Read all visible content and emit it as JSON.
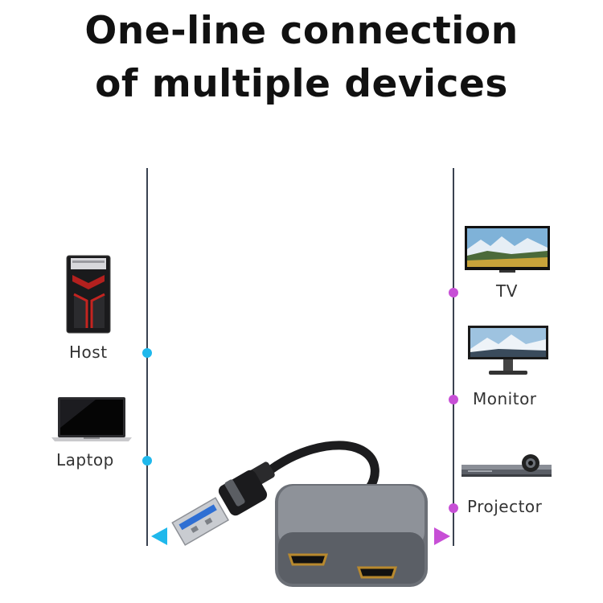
{
  "headline": {
    "line1": "One-line connection",
    "line2": "of multiple devices"
  },
  "sources": [
    {
      "label": "Host",
      "icon": "desktop-tower-icon"
    },
    {
      "label": "Laptop",
      "icon": "laptop-icon"
    }
  ],
  "outputs": [
    {
      "label": "TV",
      "icon": "tv-icon"
    },
    {
      "label": "Monitor",
      "icon": "monitor-icon"
    },
    {
      "label": "Projector",
      "icon": "projector-icon"
    }
  ],
  "product": {
    "icon": "usb-dual-hdmi-adapter-icon"
  },
  "colors": {
    "source_accent": "#1fb8ec",
    "output_accent": "#c74fd6",
    "line": "#3a4250"
  }
}
